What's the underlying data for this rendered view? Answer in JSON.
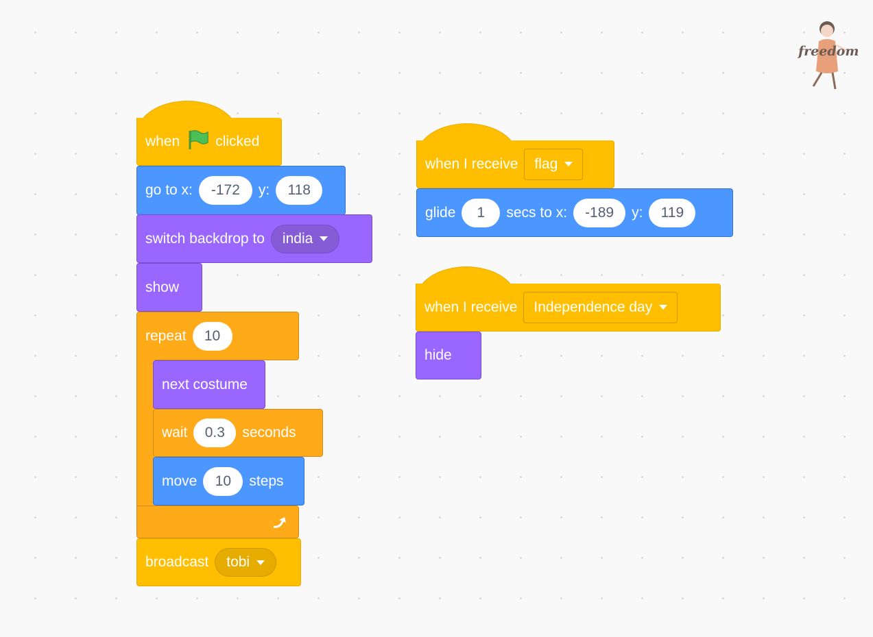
{
  "script1": {
    "when_label": "when",
    "clicked_label": "clicked",
    "goto": {
      "label": "go to x:",
      "x": "-172",
      "y_label": "y:",
      "y": "118"
    },
    "switch_backdrop": {
      "label": "switch backdrop to",
      "value": "india"
    },
    "show_label": "show",
    "repeat": {
      "label": "repeat",
      "count": "10"
    },
    "next_costume_label": "next costume",
    "wait": {
      "label": "wait",
      "value": "0.3",
      "suffix": "seconds"
    },
    "move": {
      "label": "move",
      "value": "10",
      "suffix": "steps"
    },
    "broadcast": {
      "label": "broadcast",
      "value": "tobi"
    }
  },
  "script2": {
    "receive_label": "when I receive",
    "message": "flag",
    "glide": {
      "label": "glide",
      "secs": "1",
      "mid_label": "secs to x:",
      "x": "-189",
      "y_label": "y:",
      "y": "119"
    }
  },
  "script3": {
    "receive_label": "when I receive",
    "message": "Independence day",
    "hide_label": "hide"
  },
  "logo": {
    "text": "freedom"
  },
  "colors": {
    "events": "#ffbf00",
    "motion": "#4c97ff",
    "looks": "#9966ff",
    "control": "#ffab19"
  }
}
